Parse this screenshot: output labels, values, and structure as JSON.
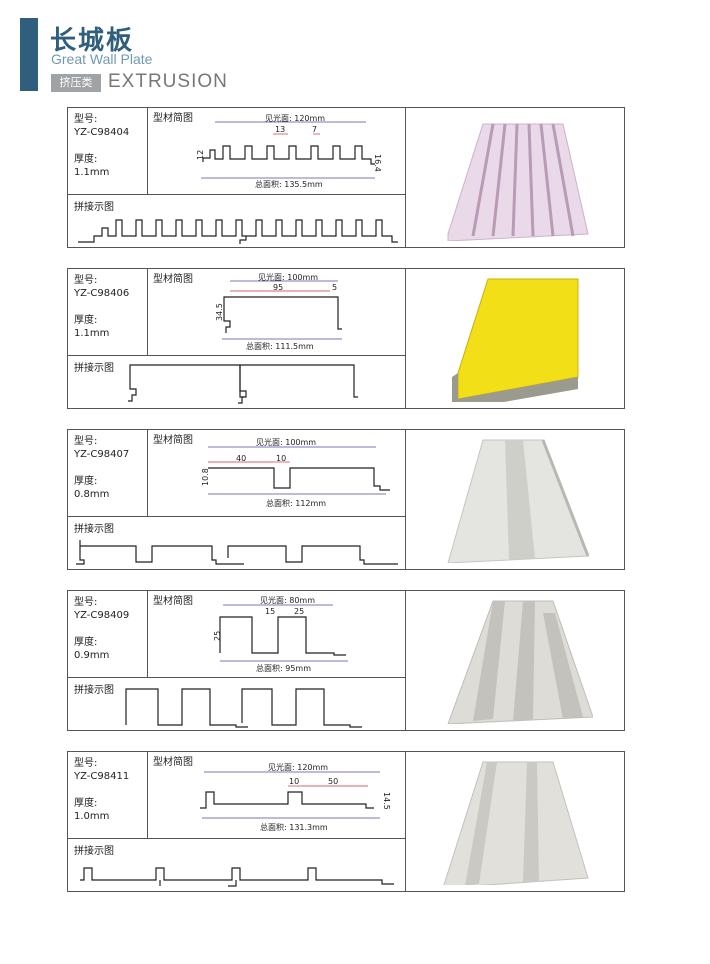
{
  "header": {
    "title": "长城板",
    "subtitle": "Great Wall Plate",
    "category": "挤压类",
    "category_en": "EXTRUSION"
  },
  "labels": {
    "model": "型号:",
    "thickness": "厚度:",
    "profile": "型材简图",
    "splice": "拼接示图"
  },
  "products": [
    {
      "model": "YZ-C98404",
      "thickness": "1.1mm",
      "visible": "见光面: 120mm",
      "total": "总面积: 135.5mm",
      "dims": [
        "13",
        "7",
        "12",
        "16.4"
      ],
      "color": "#e6d6e4"
    },
    {
      "model": "YZ-C98406",
      "thickness": "1.1mm",
      "visible": "见光面: 100mm",
      "total": "总面积: 111.5mm",
      "dims": [
        "95",
        "5",
        "34.5"
      ],
      "color": "#f1de1a"
    },
    {
      "model": "YZ-C98407",
      "thickness": "0.8mm",
      "visible": "见光面: 100mm",
      "total": "总面积: 112mm",
      "dims": [
        "40",
        "10",
        "10.8"
      ],
      "color": "#dcdcd8"
    },
    {
      "model": "YZ-C98409",
      "thickness": "0.9mm",
      "visible": "见光面: 80mm",
      "total": "总面积: 95mm",
      "dims": [
        "15",
        "25",
        "25"
      ],
      "color": "#d6d6d2"
    },
    {
      "model": "YZ-C98411",
      "thickness": "1.0mm",
      "visible": "见光面: 120mm",
      "total": "总面积: 131.3mm",
      "dims": [
        "10",
        "50",
        "14.5"
      ],
      "color": "#d8d6d1"
    }
  ]
}
